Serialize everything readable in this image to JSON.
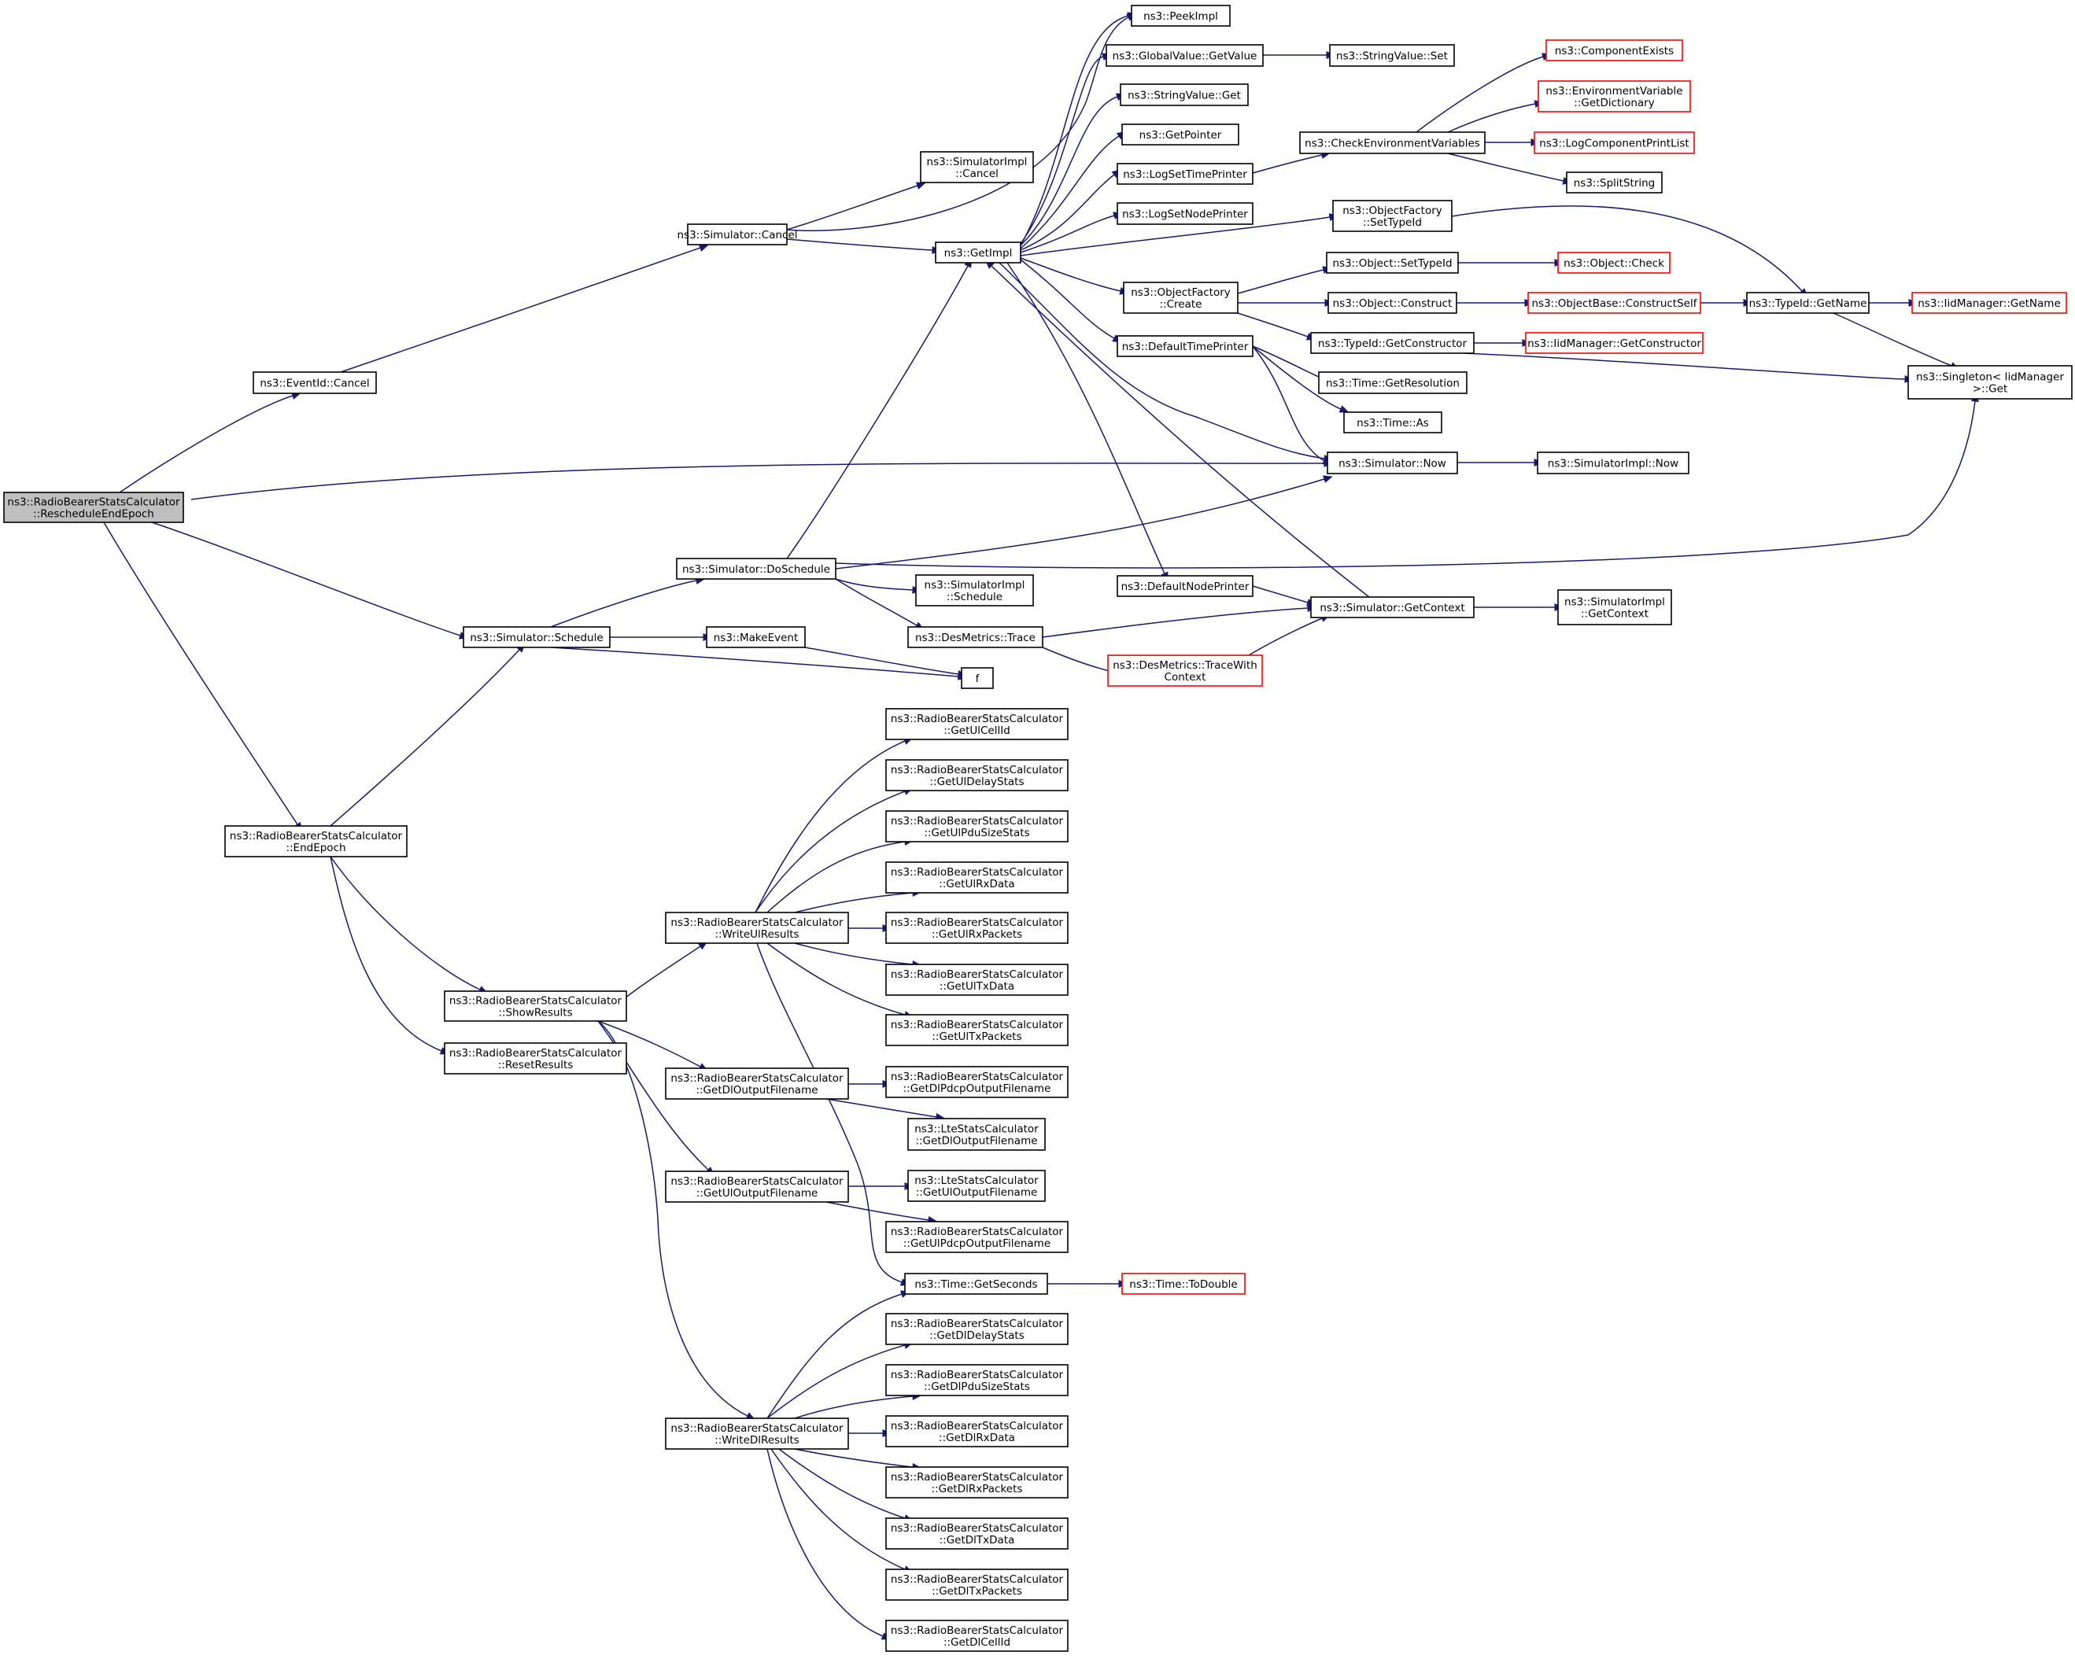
{
  "colors": {
    "edge": "#191970",
    "node_border": "#000000",
    "node_border_truncated": "#ff0000",
    "root_fill": "#bfbfbf",
    "node_fill": "#ffffff"
  },
  "nodes": [
    {
      "id": "root",
      "lines": [
        "ns3::RadioBearerStatsCalculator",
        "::RescheduleEndEpoch"
      ],
      "root": true
    },
    {
      "id": "eventid_cancel",
      "lines": [
        "ns3::EventId::Cancel"
      ]
    },
    {
      "id": "sim_schedule",
      "lines": [
        "ns3::Simulator::Schedule"
      ]
    },
    {
      "id": "endepoch",
      "lines": [
        "ns3::RadioBearerStatsCalculator",
        "::EndEpoch"
      ]
    },
    {
      "id": "sim_cancel",
      "lines": [
        "ns3::Simulator::Cancel"
      ]
    },
    {
      "id": "sim_doschedule",
      "lines": [
        "ns3::Simulator::DoSchedule"
      ]
    },
    {
      "id": "makeevent",
      "lines": [
        "ns3::MakeEvent"
      ]
    },
    {
      "id": "showresults",
      "lines": [
        "ns3::RadioBearerStatsCalculator",
        "::ShowResults"
      ]
    },
    {
      "id": "resetresults",
      "lines": [
        "ns3::RadioBearerStatsCalculator",
        "::ResetResults"
      ]
    },
    {
      "id": "simimpl_cancel",
      "lines": [
        "ns3::SimulatorImpl",
        "::Cancel"
      ]
    },
    {
      "id": "getimpl",
      "lines": [
        "ns3::GetImpl"
      ]
    },
    {
      "id": "simimpl_schedule",
      "lines": [
        "ns3::SimulatorImpl",
        "::Schedule"
      ]
    },
    {
      "id": "desmetrics_trace",
      "lines": [
        "ns3::DesMetrics::Trace"
      ]
    },
    {
      "id": "f",
      "lines": [
        "f"
      ]
    },
    {
      "id": "writeul",
      "lines": [
        "ns3::RadioBearerStatsCalculator",
        "::WriteUlResults"
      ]
    },
    {
      "id": "getdloutput",
      "lines": [
        "ns3::RadioBearerStatsCalculator",
        "::GetDlOutputFilename"
      ]
    },
    {
      "id": "getuloutput",
      "lines": [
        "ns3::RadioBearerStatsCalculator",
        "::GetUlOutputFilename"
      ]
    },
    {
      "id": "writedl",
      "lines": [
        "ns3::RadioBearerStatsCalculator",
        "::WriteDlResults"
      ]
    },
    {
      "id": "peekimpl",
      "lines": [
        "ns3::PeekImpl"
      ]
    },
    {
      "id": "gv_getvalue",
      "lines": [
        "ns3::GlobalValue::GetValue"
      ]
    },
    {
      "id": "sv_get",
      "lines": [
        "ns3::StringValue::Get"
      ]
    },
    {
      "id": "getpointer",
      "lines": [
        "ns3::GetPointer"
      ]
    },
    {
      "id": "logsettime",
      "lines": [
        "ns3::LogSetTimePrinter"
      ]
    },
    {
      "id": "logsetnode",
      "lines": [
        "ns3::LogSetNodePrinter"
      ]
    },
    {
      "id": "of_create",
      "lines": [
        "ns3::ObjectFactory",
        "::Create"
      ]
    },
    {
      "id": "defaulttime",
      "lines": [
        "ns3::DefaultTimePrinter"
      ]
    },
    {
      "id": "defaultnode",
      "lines": [
        "ns3::DefaultNodePrinter"
      ]
    },
    {
      "id": "tracewith",
      "lines": [
        "ns3::DesMetrics::TraceWith",
        "Context"
      ],
      "truncated": true
    },
    {
      "id": "getulcellid",
      "lines": [
        "ns3::RadioBearerStatsCalculator",
        "::GetUlCellId"
      ]
    },
    {
      "id": "getuldelay",
      "lines": [
        "ns3::RadioBearerStatsCalculator",
        "::GetUlDelayStats"
      ]
    },
    {
      "id": "getulpdu",
      "lines": [
        "ns3::RadioBearerStatsCalculator",
        "::GetUlPduSizeStats"
      ]
    },
    {
      "id": "getulrxdata",
      "lines": [
        "ns3::RadioBearerStatsCalculator",
        "::GetUlRxData"
      ]
    },
    {
      "id": "getulrxpackets",
      "lines": [
        "ns3::RadioBearerStatsCalculator",
        "::GetUlRxPackets"
      ]
    },
    {
      "id": "getultxdata",
      "lines": [
        "ns3::RadioBearerStatsCalculator",
        "::GetUlTxData"
      ]
    },
    {
      "id": "getultxpackets",
      "lines": [
        "ns3::RadioBearerStatsCalculator",
        "::GetUlTxPackets"
      ]
    },
    {
      "id": "getdlpdcp",
      "lines": [
        "ns3::RadioBearerStatsCalculator",
        "::GetDlPdcpOutputFilename"
      ]
    },
    {
      "id": "lte_getdl",
      "lines": [
        "ns3::LteStatsCalculator",
        "::GetDlOutputFilename"
      ]
    },
    {
      "id": "lte_getul",
      "lines": [
        "ns3::LteStatsCalculator",
        "::GetUlOutputFilename"
      ]
    },
    {
      "id": "getulpdcp",
      "lines": [
        "ns3::RadioBearerStatsCalculator",
        "::GetUlPdcpOutputFilename"
      ]
    },
    {
      "id": "getseconds",
      "lines": [
        "ns3::Time::GetSeconds"
      ]
    },
    {
      "id": "getdldelay",
      "lines": [
        "ns3::RadioBearerStatsCalculator",
        "::GetDlDelayStats"
      ]
    },
    {
      "id": "getdlpdu",
      "lines": [
        "ns3::RadioBearerStatsCalculator",
        "::GetDlPduSizeStats"
      ]
    },
    {
      "id": "getdlrxdata",
      "lines": [
        "ns3::RadioBearerStatsCalculator",
        "::GetDlRxData"
      ]
    },
    {
      "id": "getdlrxpackets",
      "lines": [
        "ns3::RadioBearerStatsCalculator",
        "::GetDlRxPackets"
      ]
    },
    {
      "id": "getdltxdata",
      "lines": [
        "ns3::RadioBearerStatsCalculator",
        "::GetDlTxData"
      ]
    },
    {
      "id": "getdltxpackets",
      "lines": [
        "ns3::RadioBearerStatsCalculator",
        "::GetDlTxPackets"
      ]
    },
    {
      "id": "getdlcellid",
      "lines": [
        "ns3::RadioBearerStatsCalculator",
        "::GetDlCellId"
      ]
    },
    {
      "id": "sv_set",
      "lines": [
        "ns3::StringValue::Set"
      ]
    },
    {
      "id": "checkenv",
      "lines": [
        "ns3::CheckEnvironmentVariables"
      ]
    },
    {
      "id": "of_settypeid",
      "lines": [
        "ns3::ObjectFactory",
        "::SetTypeId"
      ]
    },
    {
      "id": "obj_settypeid",
      "lines": [
        "ns3::Object::SetTypeId"
      ]
    },
    {
      "id": "obj_construct",
      "lines": [
        "ns3::Object::Construct"
      ]
    },
    {
      "id": "typeid_getctor",
      "lines": [
        "ns3::TypeId::GetConstructor"
      ]
    },
    {
      "id": "time_getres",
      "lines": [
        "ns3::Time::GetResolution"
      ]
    },
    {
      "id": "time_as",
      "lines": [
        "ns3::Time::As"
      ]
    },
    {
      "id": "sim_now",
      "lines": [
        "ns3::Simulator::Now"
      ]
    },
    {
      "id": "sim_getcontext",
      "lines": [
        "ns3::Simulator::GetContext"
      ]
    },
    {
      "id": "time_todouble",
      "lines": [
        "ns3::Time::ToDouble"
      ],
      "truncated": true
    },
    {
      "id": "compexists",
      "lines": [
        "ns3::ComponentExists"
      ],
      "truncated": true
    },
    {
      "id": "envvar_getdict",
      "lines": [
        "ns3::EnvironmentVariable",
        "::GetDictionary"
      ],
      "truncated": true
    },
    {
      "id": "logcomplist",
      "lines": [
        "ns3::LogComponentPrintList"
      ],
      "truncated": true
    },
    {
      "id": "splitstring",
      "lines": [
        "ns3::SplitString"
      ]
    },
    {
      "id": "obj_check",
      "lines": [
        "ns3::Object::Check"
      ],
      "truncated": true
    },
    {
      "id": "objbase_cs",
      "lines": [
        "ns3::ObjectBase::ConstructSelf"
      ],
      "truncated": true
    },
    {
      "id": "iid_getctor",
      "lines": [
        "ns3::IidManager::GetConstructor"
      ],
      "truncated": true
    },
    {
      "id": "simimpl_now",
      "lines": [
        "ns3::SimulatorImpl::Now"
      ]
    },
    {
      "id": "simimpl_getctx",
      "lines": [
        "ns3::SimulatorImpl",
        "::GetContext"
      ]
    },
    {
      "id": "typeid_getname",
      "lines": [
        "ns3::TypeId::GetName"
      ]
    },
    {
      "id": "singleton_get",
      "lines": [
        "ns3::Singleton< IidManager",
        " >::Get"
      ]
    },
    {
      "id": "iid_getname",
      "lines": [
        "ns3::IidManager::GetName"
      ],
      "truncated": true
    }
  ]
}
